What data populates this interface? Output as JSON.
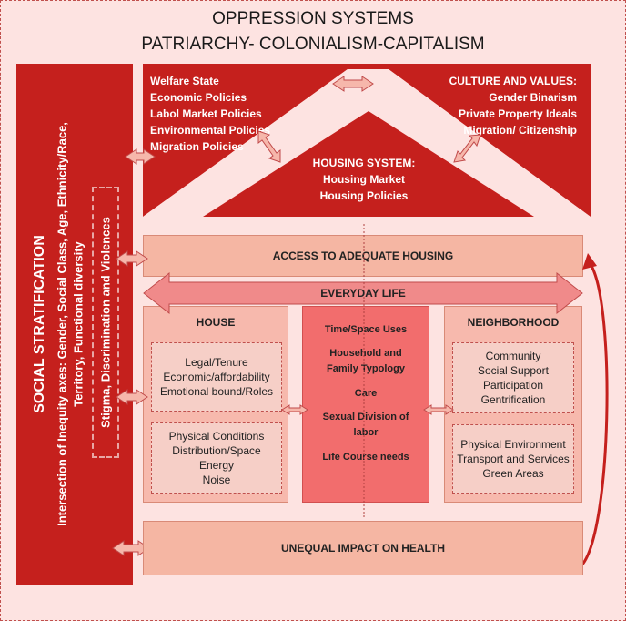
{
  "header": {
    "title": "OPPRESSION SYSTEMS",
    "subtitle": "PATRIARCHY- COLONIALISM-CAPITALISM"
  },
  "social": {
    "title": "SOCIAL STRATIFICATION",
    "line1": "Intersection of Inequity axes: Gender, Social Class, Age, Ethnicity/Race,",
    "line2": "Territory, Functional diversity",
    "stigma": "Stigma, Discrimination and Violences"
  },
  "policies": [
    "Welfare State",
    "Economic Policies",
    "Labol Market Policies",
    "Environmental Policies",
    "Migration Policies"
  ],
  "culture": {
    "title": "CULTURE AND VALUES:",
    "items": [
      "Gender Binarism",
      "Private Property Ideals",
      "Migration/ Citizenship"
    ]
  },
  "housing_system": {
    "title": "HOUSING SYSTEM:",
    "items": [
      "Housing Market",
      "Housing Policies"
    ]
  },
  "access": "ACCESS TO ADEQUATE HOUSING",
  "everyday": "EVERYDAY LIFE",
  "house": {
    "title": "HOUSE",
    "box1": [
      "Legal/Tenure",
      "Economic/affordability",
      "Emotional bound/Roles"
    ],
    "box2": [
      "Physical Conditions",
      "Distribution/Space",
      "Energy",
      "Noise"
    ]
  },
  "center": [
    "Time/Space Uses",
    "Household and Family Typology",
    "Care",
    "Sexual Division of labor",
    "Life Course needs"
  ],
  "neighborhood": {
    "title": "NEIGHBORHOOD",
    "box1": [
      "Community",
      "Social Support",
      "Participation",
      "Gentrification"
    ],
    "box2": [
      "Physical Environment",
      "Transport and Services",
      "Green Areas"
    ]
  },
  "impact": "UNEQUAL IMPACT ON HEALTH",
  "colors": {
    "dark_red": "#c5201d",
    "salmon": "#f5b6a3",
    "pink_bg": "#fde3e1",
    "center_red": "#f26d6d"
  }
}
